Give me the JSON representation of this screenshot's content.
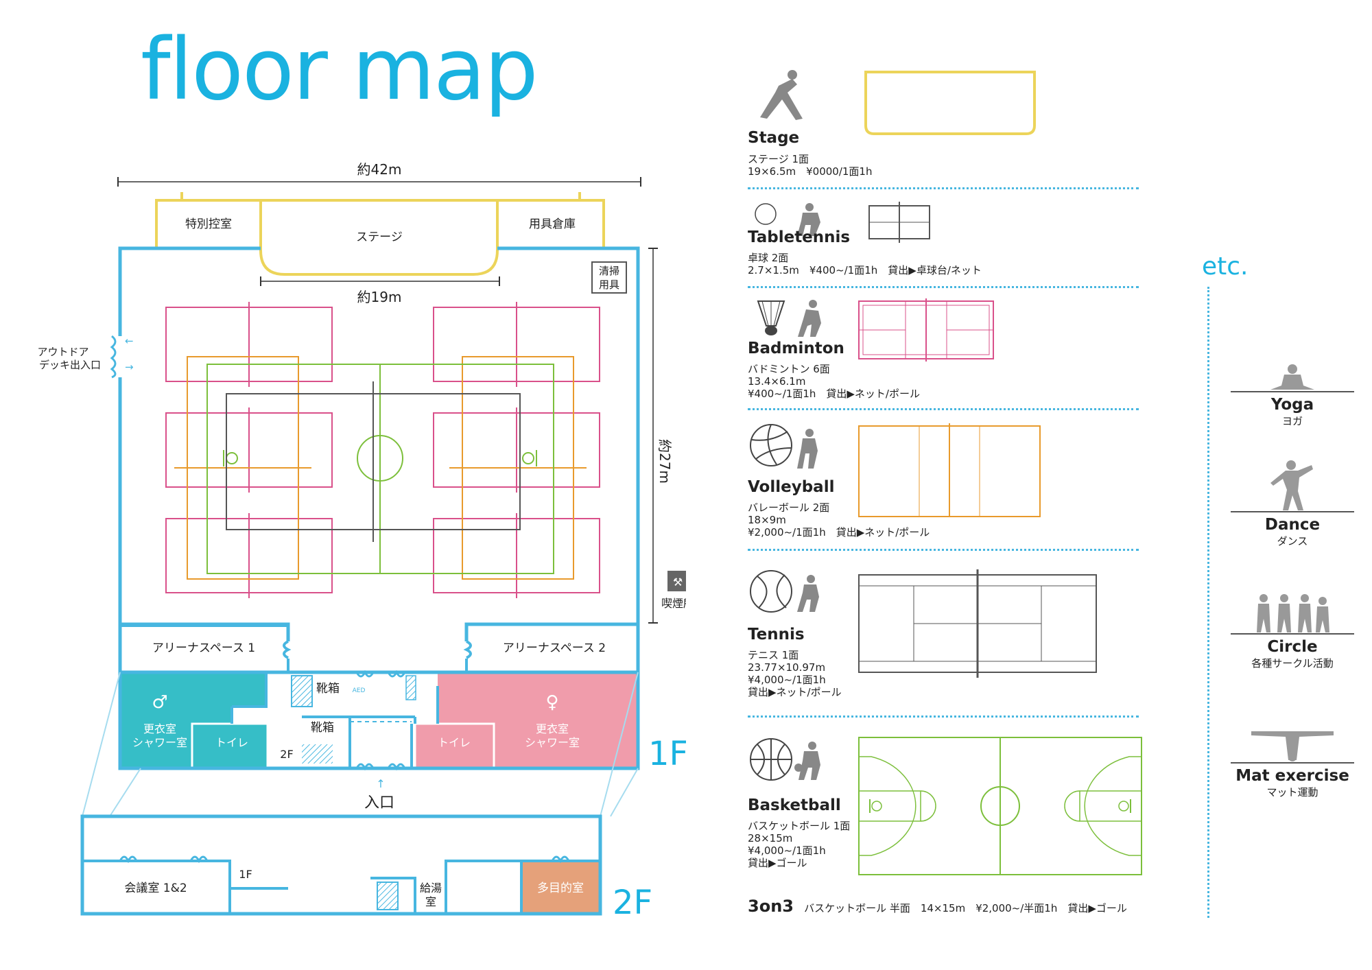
{
  "title": "floor map",
  "floor_plan": {
    "dim_width": "約42m",
    "dim_stage": "約19m",
    "dim_depth": "約27m",
    "rooms": {
      "special_waiting": "特別控室",
      "stage": "ステージ",
      "equipment_storage": "用具倉庫",
      "cleaning_tools_1": "清掃",
      "cleaning_tools_2": "用具",
      "outdoor_1": "アウトドア",
      "outdoor_2": "デッキ出入口",
      "smoking": "喫煙所",
      "arena_space_1": "アリーナスペース 1",
      "arena_space_2": "アリーナスペース 2",
      "shoe_box_1": "靴箱",
      "shoe_box_2": "靴箱",
      "changing_m_1": "更衣室",
      "changing_m_2": "シャワー室",
      "toilet_m": "トイレ",
      "toilet_f": "トイレ",
      "changing_f_1": "更衣室",
      "changing_f_2": "シャワー室",
      "stairs_to_2f": "2F",
      "entrance": "入口",
      "aed": "AED",
      "meeting_room": "会議室 1&2",
      "stairs_to_1f": "1F",
      "kitchen_1": "給湯",
      "kitchen_2": "室",
      "multipurpose": "多目的室"
    },
    "floor_1f": "1F",
    "floor_2f": "2F",
    "colors": {
      "wall": "#47b6e0",
      "stage": "#ecd45a",
      "badminton": "#d9508a",
      "volleyball": "#e89a2c",
      "basketball": "#7cbf3b",
      "tennis": "#555555",
      "men_room": "#36bec7",
      "women_room": "#f09cab",
      "multipurpose": "#e5a17a"
    }
  },
  "sports": [
    {
      "name": "Stage",
      "icon": "yoga-pose-icon",
      "lines": [
        "ステージ 1面",
        "19×6.5m　¥0000/1面1h"
      ]
    },
    {
      "name": "Tabletennis",
      "icon": "table-tennis-icon",
      "lines": [
        "卓球 2面",
        "2.7×1.5m　¥400~/1面1h　貸出▶卓球台/ネット"
      ]
    },
    {
      "name": "Badminton",
      "icon": "badminton-icon",
      "lines": [
        "バドミントン 6面",
        "13.4×6.1m",
        "¥400~/1面1h　貸出▶ネット/ポール"
      ]
    },
    {
      "name": "Volleyball",
      "icon": "volleyball-icon",
      "lines": [
        "バレーボール 2面",
        "18×9m",
        "¥2,000~/1面1h　貸出▶ネット/ポール"
      ]
    },
    {
      "name": "Tennis",
      "icon": "tennis-icon",
      "lines": [
        "テニス 1面",
        "23.77×10.97m",
        "¥4,000~/1面1h",
        "貸出▶ネット/ポール"
      ]
    },
    {
      "name": "Basketball",
      "icon": "basketball-icon",
      "lines": [
        "バスケットボール 1面",
        "28×15m",
        "¥4,000~/1面1h",
        "貸出▶ゴール"
      ]
    }
  ],
  "three_on_three": {
    "label": "3on3",
    "info": "バスケットボール 半面　14×15m　¥2,000~/半面1h　貸出▶ゴール"
  },
  "etc": {
    "label": "etc.",
    "items": [
      {
        "name": "Yoga",
        "sub": "ヨガ"
      },
      {
        "name": "Dance",
        "sub": "ダンス"
      },
      {
        "name": "Circle",
        "sub": "各種サークル活動"
      },
      {
        "name": "Mat exercise",
        "sub": "マット運動"
      }
    ]
  }
}
